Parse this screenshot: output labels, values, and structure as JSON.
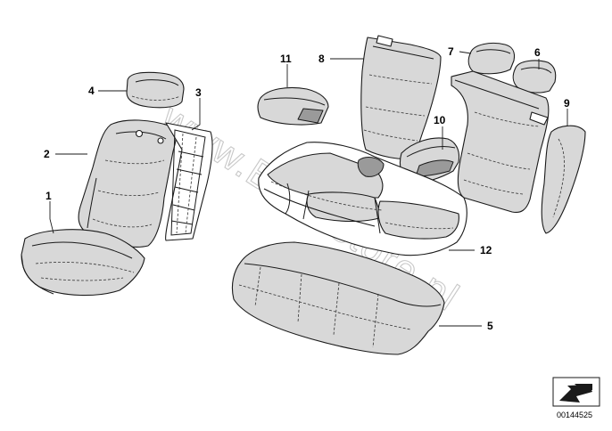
{
  "callouts": [
    {
      "id": "1",
      "label": "1"
    },
    {
      "id": "2",
      "label": "2"
    },
    {
      "id": "3",
      "label": "3"
    },
    {
      "id": "4",
      "label": "4"
    },
    {
      "id": "5",
      "label": "5"
    },
    {
      "id": "6",
      "label": "6"
    },
    {
      "id": "7",
      "label": "7"
    },
    {
      "id": "8",
      "label": "8"
    },
    {
      "id": "9",
      "label": "9"
    },
    {
      "id": "10",
      "label": "10"
    },
    {
      "id": "11",
      "label": "11"
    },
    {
      "id": "12",
      "label": "12"
    }
  ],
  "watermark": "www.BMWstore.pl",
  "reference_number": "00144525",
  "icons": {
    "nav_arrow": "arrow-down-left-icon"
  }
}
